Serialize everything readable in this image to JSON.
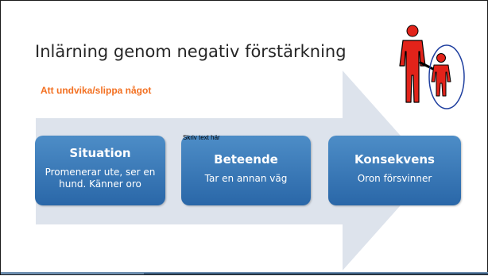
{
  "slide": {
    "title": "Inlärning genom negativ förstärkning",
    "subtitle": "Att undvika/slippa något",
    "placeholder_note": "Skriv text här"
  },
  "process": [
    {
      "heading": "Situation",
      "text": "Promenerar ute, ser en hund. Känner oro"
    },
    {
      "heading": "Beteende",
      "text": "Tar en annan väg"
    },
    {
      "heading": "Konsekvens",
      "text": "Oron försvinner"
    }
  ],
  "icons": {
    "figure": "parent-child-icon",
    "highlight": "circle-highlight-icon"
  },
  "colors": {
    "subtitle": "#f37021",
    "box": "#2f6eaf",
    "arrow": "#dde3ec",
    "figure": "#e2231a",
    "circle": "#1f3f9f"
  }
}
